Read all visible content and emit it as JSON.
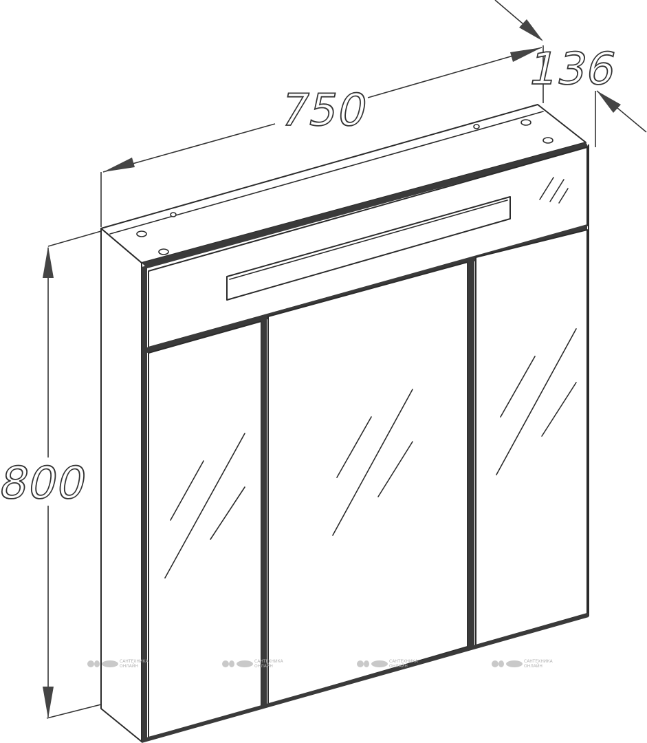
{
  "dimensions": {
    "width": "750",
    "depth": "136",
    "height": "800"
  },
  "watermark": {
    "line1": "САНТЕХНИКА",
    "line2": "ОНЛАЙН"
  },
  "colors": {
    "line": "#2b2b2b",
    "background": "#ffffff",
    "watermark": "#c9c9c9"
  }
}
